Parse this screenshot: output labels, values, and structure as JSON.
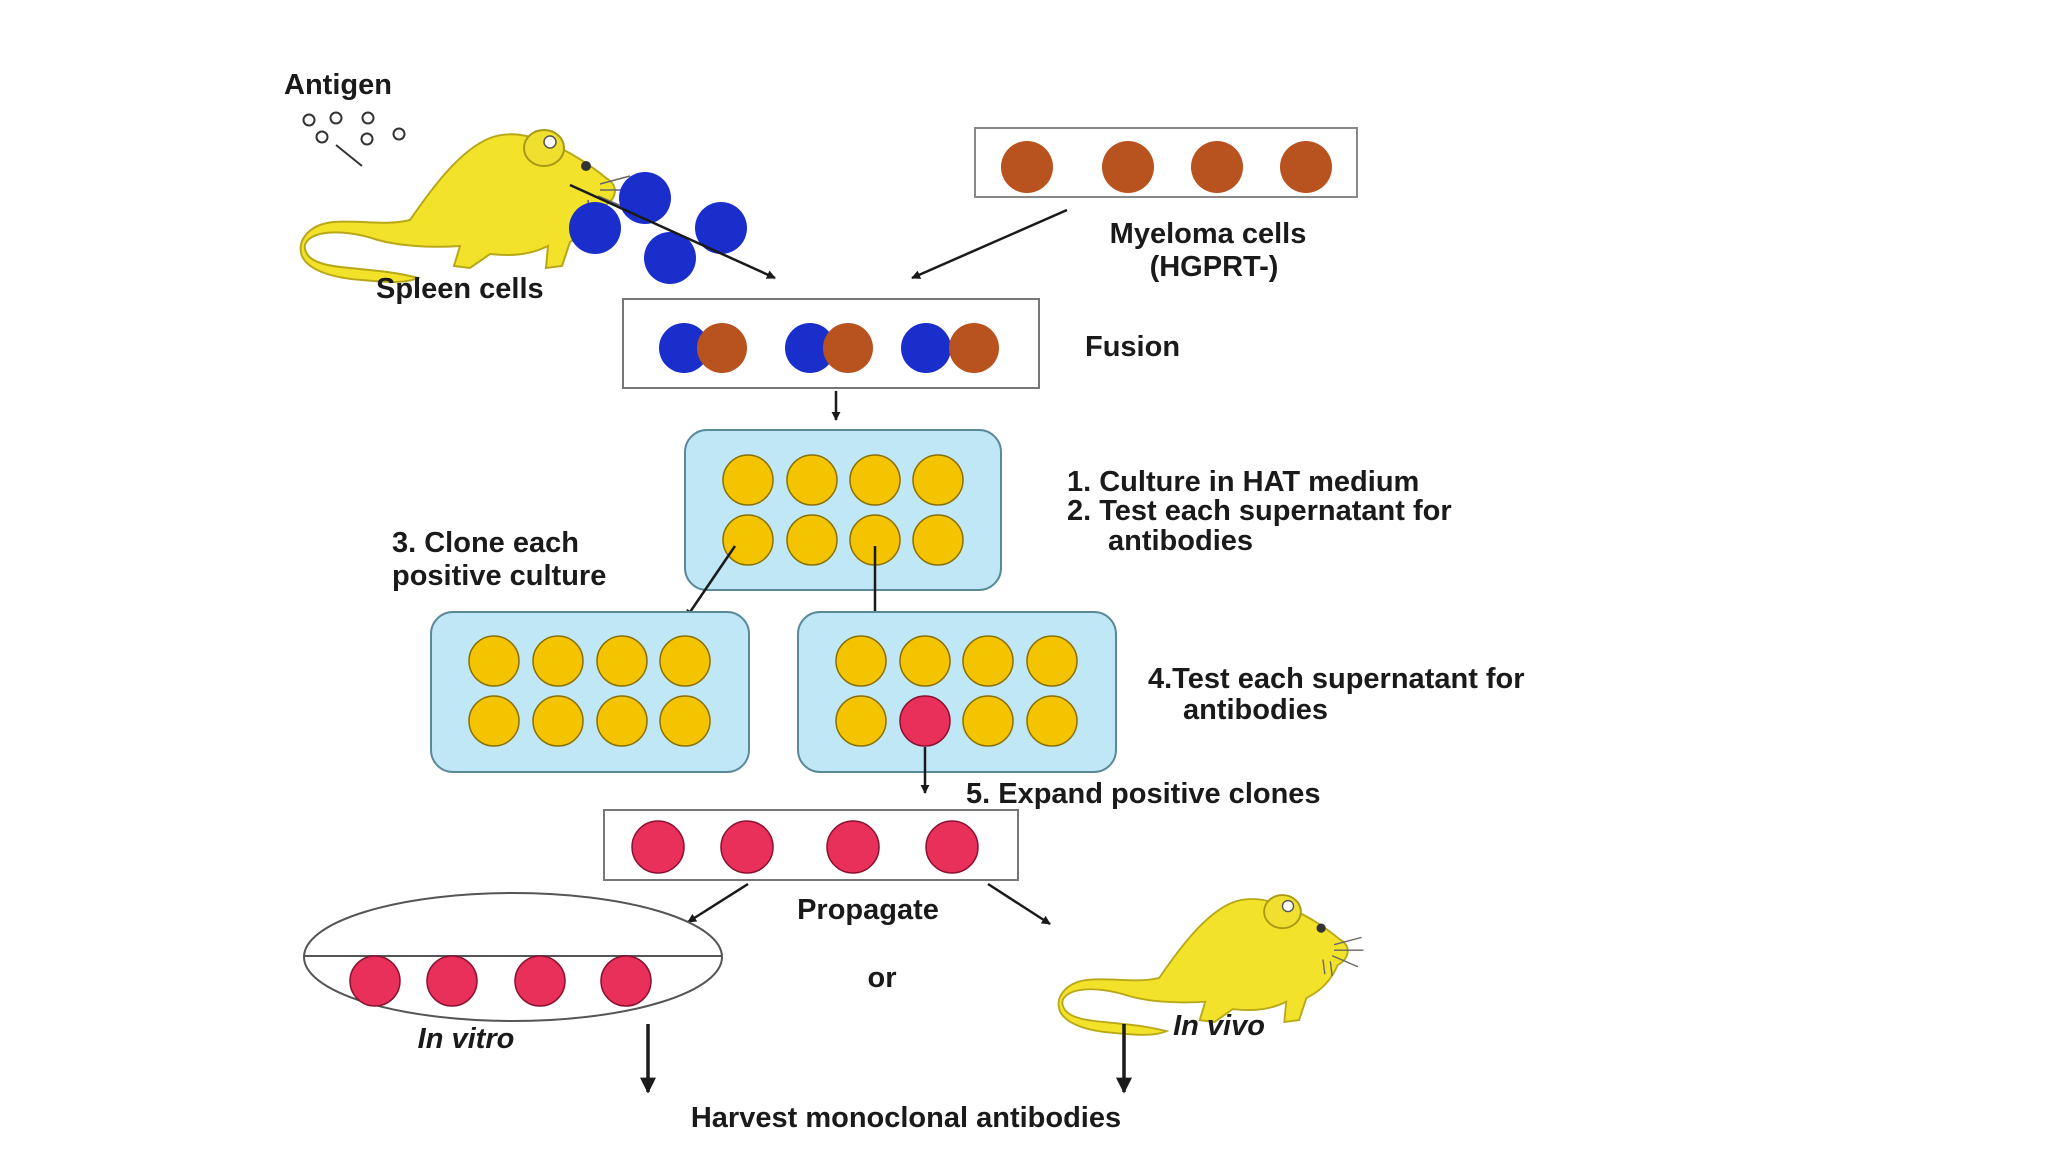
{
  "labels": {
    "antigen": "Antigen",
    "spleen_cells": "Spleen cells",
    "myeloma_line1": "Myeloma cells",
    "myeloma_line2": "(HGPRT-)",
    "fusion": "Fusion",
    "step1": "1. Culture in HAT medium",
    "step2_line1": "2. Test each supernatant for",
    "step2_line2": "antibodies",
    "step3_line1": "3. Clone each",
    "step3_line2": "positive culture",
    "step4_line1": "4.Test each supernatant for",
    "step4_line2": "antibodies",
    "step5": "5. Expand positive clones",
    "propagate": "Propagate",
    "or": "or",
    "in_vitro": "In vitro",
    "in_vivo": "In vivo",
    "harvest": "Harvest monoclonal antibodies"
  },
  "colors": {
    "spleen_cell": "#1a2ecc",
    "myeloma_cell": "#b8521e",
    "hybridoma_cell": "#f5c400",
    "positive_clone": "#e8305a",
    "culture_plate": "#bfe7f5",
    "mouse": "#f2e22a"
  },
  "icons": [
    "mouse-icon",
    "antigen-dots-icon"
  ]
}
